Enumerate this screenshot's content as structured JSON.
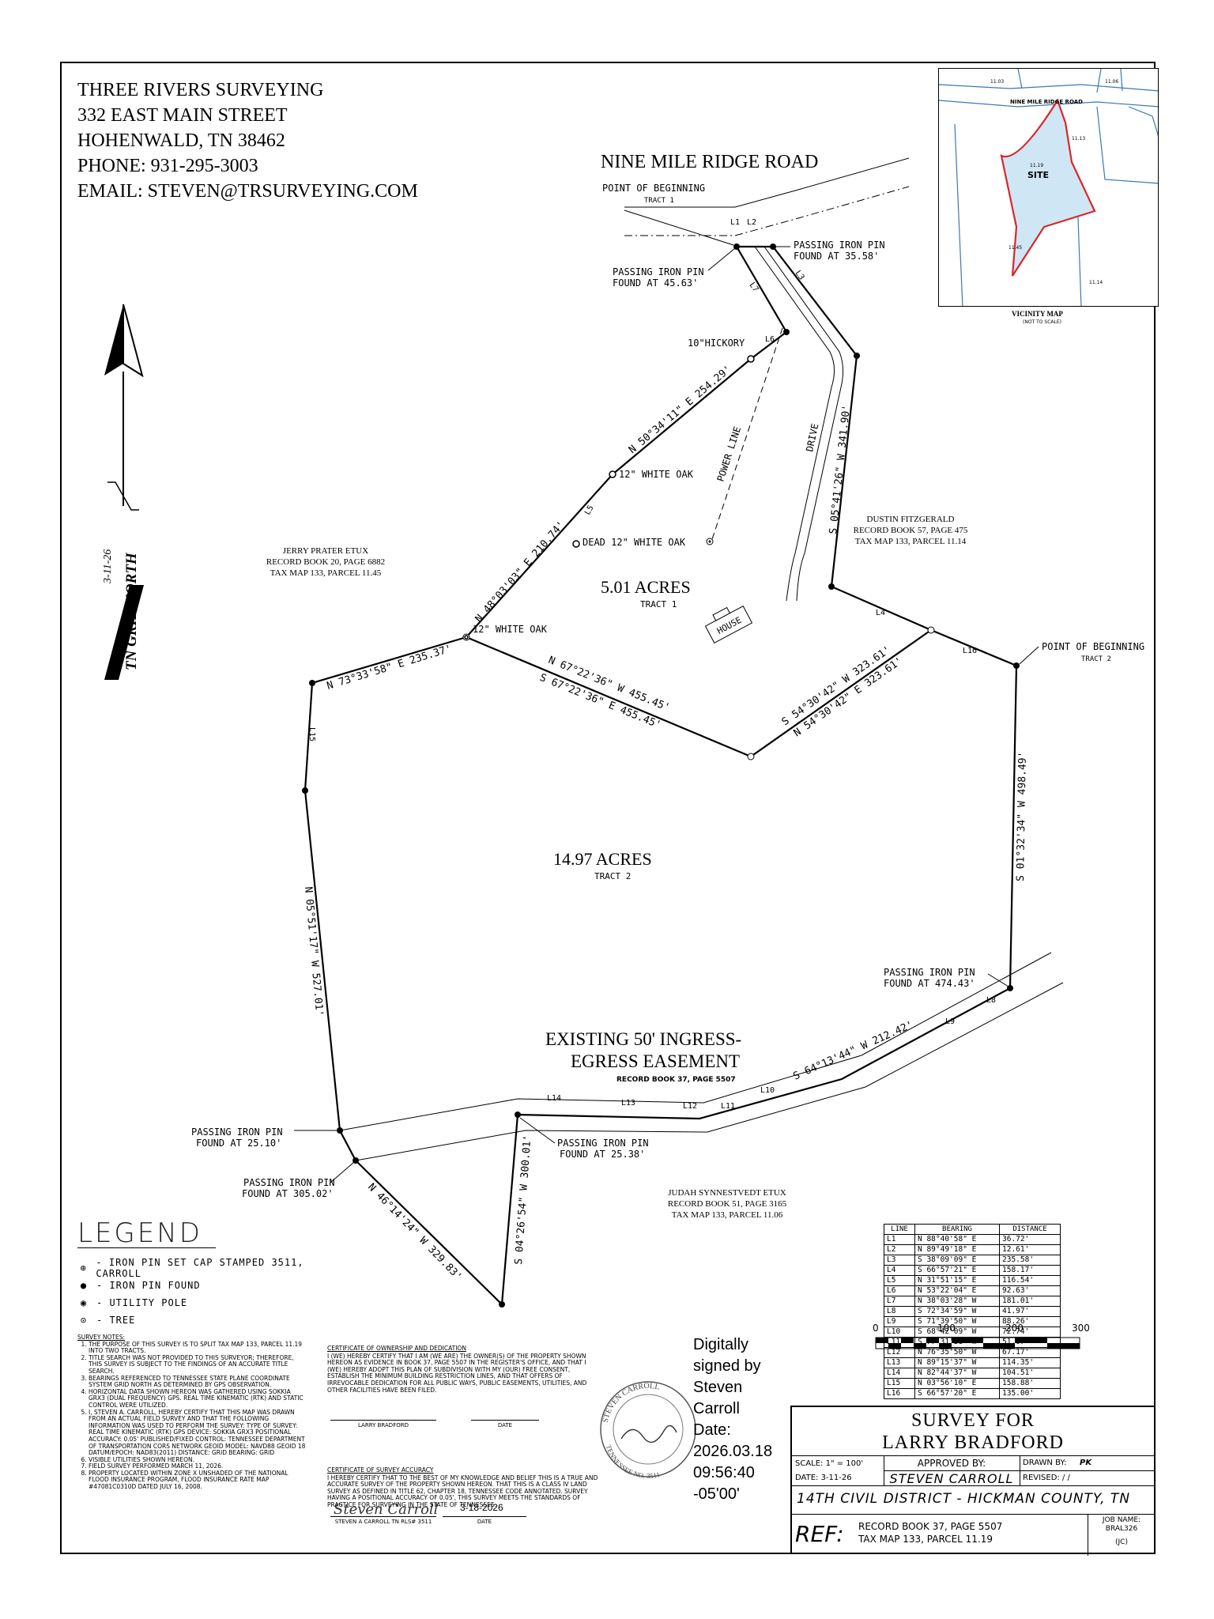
{
  "company": {
    "name": "THREE RIVERS SURVEYING",
    "address": "332 EAST MAIN STREET",
    "city": "HOHENWALD, TN 38462",
    "phone": "PHONE: 931-295-3003",
    "email": "EMAIL: STEVEN@TRSURVEYING.COM"
  },
  "road_title": "NINE MILE RIDGE ROAD",
  "north_arrow": {
    "date": "3-11-26",
    "label": "TN GRID NORTH"
  },
  "labels": {
    "pob1": "POINT OF BEGINNING",
    "pob1_tract": "TRACT 1",
    "pob2": "POINT OF BEGINNING",
    "pob2_tract": "TRACT 2",
    "pip_45_1": "PASSING IRON PIN",
    "pip_45_2": "FOUND AT 45.63'",
    "pip_35_1": "PASSING IRON PIN",
    "pip_35_2": "FOUND AT 35.58'",
    "pip_474_1": "PASSING IRON PIN",
    "pip_474_2": "FOUND AT 474.43'",
    "pip_25_1": "PASSING IRON PIN",
    "pip_25_2": "FOUND AT 25.10'",
    "pip_305_1": "PASSING IRON PIN",
    "pip_305_2": "FOUND AT 305.02'",
    "pip_2538_1": "PASSING IRON PIN",
    "pip_2538_2": "FOUND AT 25.38'",
    "hickory": "10\"HICKORY",
    "white_oak_1": "12\" WHITE OAK",
    "white_oak_2": "DEAD 12\" WHITE OAK",
    "white_oak_3": "12\" WHITE OAK",
    "power_line": "POWER LINE",
    "drive": "DRIVE",
    "house": "HOUSE",
    "tract1_acres": "5.01 ACRES",
    "tract1": "TRACT 1",
    "tract2_acres": "14.97 ACRES",
    "tract2": "TRACT 2",
    "easement_1": "EXISTING 50' INGRESS-",
    "easement_2": "EGRESS EASEMENT",
    "easement_ref": "RECORD BOOK 37, PAGE 5507"
  },
  "bearings": {
    "b1": "N 50°34'11\" E  254.29'",
    "b2": "N 48°03'03\" E  210.74'",
    "b3": "N 73°33'58\" E  235.37'",
    "b4": "N 67°22'36\" W  455.45'",
    "b5": "S 67°22'36\" E  455.45'",
    "b6": "S 54°30'42\" W  323.61'",
    "b7": "N 54°30'42\" E  323.61'",
    "b8": "S 05°41'26\" W  341.90'",
    "b9": "S 01°32'34\" W  498.49'",
    "b10": "N 05°51'17\" W  527.01'",
    "b11": "S 64°13'44\" W  212.42'",
    "b12": "N 46°14'24\" W  329.83'",
    "b13": "S 04°26'54\" W  300.01'"
  },
  "line_marks": [
    "L1",
    "L2",
    "L3",
    "L4",
    "L5",
    "L6",
    "L7",
    "L8",
    "L9",
    "L10",
    "L11",
    "L12",
    "L13",
    "L14",
    "L15",
    "L16"
  ],
  "owners": {
    "prater": [
      "JERRY PRATER ETUX",
      "RECORD BOOK 20, PAGE 6882",
      "TAX MAP 133, PARCEL 11.45"
    ],
    "fitzgerald": [
      "DUSTIN FITZGERALD",
      "RECORD BOOK 57, PAGE 475",
      "TAX MAP 133, PARCEL 11.14"
    ],
    "synnestvedt": [
      "JUDAH SYNNESTVEDT ETUX",
      "RECORD BOOK 51, PAGE 3165",
      "TAX MAP 133, PARCEL 11.06"
    ]
  },
  "vicinity": {
    "title": "VICINITY MAP",
    "subtitle": "(NOT TO SCALE)",
    "road": "NINE MILE RIDGE ROAD",
    "site": "SITE",
    "site_parcel": "11.19",
    "accent": "#d9262c",
    "water": "#cfe6f5",
    "line": "#3a78b5",
    "parcels": [
      "11.03",
      "11.06",
      "11.13",
      "11.45",
      "11.14"
    ]
  },
  "legend": {
    "title": "LEGEND",
    "items": [
      {
        "symbol": "⊕",
        "text": "- IRON PIN SET CAP STAMPED 3511, CARROLL"
      },
      {
        "symbol": "●",
        "text": "- IRON PIN FOUND"
      },
      {
        "symbol": "◉",
        "text": "- UTILITY POLE"
      },
      {
        "symbol": "⊙",
        "text": "- TREE"
      }
    ]
  },
  "notes": {
    "title": "SURVEY NOTES:",
    "items": [
      "THE PURPOSE OF THIS SURVEY IS TO SPLIT TAX MAP 133, PARCEL 11.19 INTO TWO TRACTS.",
      "TITLE SEARCH WAS NOT PROVIDED TO THIS SURVEYOR; THEREFORE, THIS SURVEY IS SUBJECT TO THE FINDINGS OF AN ACCURATE TITLE SEARCH.",
      "BEARINGS REFERENCED TO TENNESSEE STATE PLANE COORDINATE SYSTEM GRID NORTH AS DETERMINED BY GPS OBSERVATION.",
      "HORIZONTAL DATA SHOWN HEREON WAS GATHERED USING SOKKIA GRX3 (DUAL FREQUENCY) GPS. REAL TIME KINEMATIC (RTK) AND STATIC CONTROL WERE UTILIZED.",
      "I, STEVEN A. CARROLL, HEREBY CERTIFY THAT THIS MAP WAS DRAWN FROM AN ACTUAL FIELD SURVEY AND THAT THE FOLLOWING INFORMATION WAS USED TO PERFORM THE SURVEY: TYPE OF SURVEY: REAL TIME KINEMATIC (RTK) GPS DEVICE: SOKKIA GRX3 POSITIONAL ACCURACY: 0.05' PUBLISHED/FIXED CONTROL: TENNESSEE DEPARTMENT OF TRANSPORTATION CORS NETWORK GEOID MODEL: NAVD88 GEOID 18 DATUM/EPOCH: NAD83(2011) DISTANCE: GRID BEARING: GRID",
      "VISIBLE UTILITIES SHOWN HEREON.",
      "FIELD SURVEY PERFORMED MARCH 11, 2026.",
      "PROPERTY LOCATED WITHIN ZONE X UNSHADED OF THE NATIONAL FLOOD INSURANCE PROGRAM, FLOOD INSURANCE RATE MAP #47081C0310D DATED JULY 16, 2008."
    ]
  },
  "certificates": {
    "ownership_title": "CERTIFICATE OF OWNERSHIP AND DEDICATION",
    "ownership_text": "I (WE) HEREBY CERTIFY THAT I AM (WE ARE) THE OWNER(S) OF THE PROPERTY SHOWN HEREON AS EVIDENCE IN BOOK 37, PAGE 5507 IN THE REGISTER'S OFFICE, AND THAT I (WE) HEREBY ADOPT THIS PLAN OF SUBDIVISION WITH MY (OUR) FREE CONSENT, ESTABLISH THE MINIMUM BUILDING RESTRICTION LINES, AND THAT OFFERS OF IRREVOCABLE DEDICATION FOR ALL PUBLIC WAYS, PUBLIC EASEMENTS, UTILITIES, AND OTHER FACILITIES HAVE BEEN FILED.",
    "owner_sig": "LARRY BRADFORD",
    "date_label": "DATE",
    "accuracy_title": "CERTIFICATE OF SURVEY ACCURACY",
    "accuracy_text": "I HEREBY CERTIFY THAT TO THE BEST OF MY KNOWLEDGE AND BELIEF THIS IS A TRUE AND ACCURATE SURVEY OF THE PROPERTY SHOWN HEREON. THAT THIS IS A CLASS IV LAND SURVEY AS DEFINED IN TITLE 62, CHAPTER 18, TENNESSEE CODE ANNOTATED. SURVEY HAVING A POSITIONAL ACCURACY OF 0.05', THIS SURVEY MEETS THE STANDARDS OF PRACTICE FOR SURVEYING IN THE STATE OF TENNESSEE.",
    "surveyor_sig": "STEVEN A CARROLL TN RLS# 3511",
    "sig_date": "3-18-2026",
    "signature": "Steven Carroll"
  },
  "digital_sig": [
    "Digitally",
    "signed by",
    "Steven",
    "Carroll",
    "Date:",
    "2026.03.18",
    "09:56:40",
    "-05'00'"
  ],
  "seal": {
    "top": "STEVEN CARROLL",
    "bottom": "TENNESSEE NO. 3511"
  },
  "line_table": {
    "headers": [
      "LINE",
      "BEARING",
      "DISTANCE"
    ],
    "rows": [
      [
        "L1",
        "N 88°40'58\" E",
        "36.72'"
      ],
      [
        "L2",
        "N 89°49'18\" E",
        "12.61'"
      ],
      [
        "L3",
        "S 38°09'09\" E",
        "235.58'"
      ],
      [
        "L4",
        "S 66°57'21\" E",
        "158.17'"
      ],
      [
        "L5",
        "N 31°51'15\" E",
        "116.54'"
      ],
      [
        "L6",
        "N 53°22'04\" E",
        "92.63'"
      ],
      [
        "L7",
        "N 38°03'28\" W",
        "181.01'"
      ],
      [
        "L8",
        "S 72°34'59\" W",
        "41.97'"
      ],
      [
        "L9",
        "S 71°39'50\" W",
        "88.26'"
      ],
      [
        "L10",
        "S 68°42'09\" W",
        "72.74'"
      ],
      [
        "L11",
        "S 77°31'38\" W",
        "51.07'"
      ],
      [
        "L12",
        "N 76°35'50\" W",
        "67.17'"
      ],
      [
        "L13",
        "N 89°15'37\" W",
        "114.35'"
      ],
      [
        "L14",
        "N 82°44'37\" W",
        "104.51'"
      ],
      [
        "L15",
        "N 03°56'10\" E",
        "158.88'"
      ],
      [
        "L16",
        "S 66°57'20\" E",
        "135.00'"
      ]
    ]
  },
  "scale_bar": {
    "labels": [
      "0",
      "100",
      "200",
      "300"
    ]
  },
  "title_block": {
    "survey_for": "SURVEY FOR",
    "client": "LARRY BRADFORD",
    "scale": "SCALE: 1\" = 100'",
    "approved_label": "APPROVED BY:",
    "approved": "STEVEN CARROLL",
    "drawn_label": "DRAWN BY:",
    "drawn": "PK",
    "date": "DATE: 3-11-26",
    "revised": "REVISED:   /  /",
    "district": "14TH CIVIL DISTRICT - HICKMAN COUNTY, TN",
    "ref_label": "REF:",
    "ref_1": "RECORD BOOK 37, PAGE 5507",
    "ref_2": "TAX MAP 133, PARCEL 11.19",
    "job_label": "JOB NAME:",
    "job": "BRAL326",
    "jc": "(JC)"
  }
}
